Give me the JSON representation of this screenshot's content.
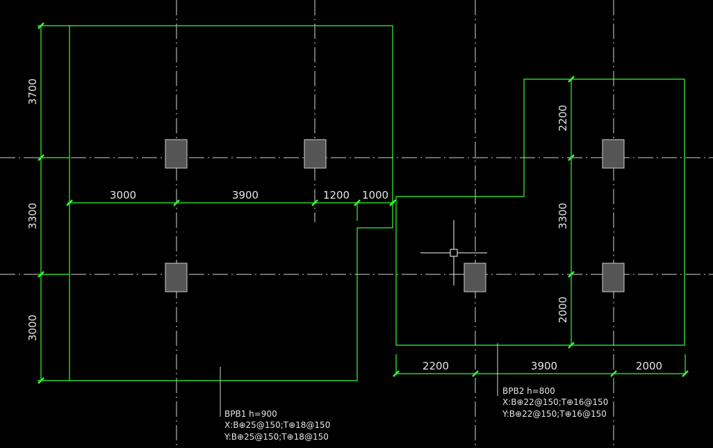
{
  "colors": {
    "background": "#000000",
    "outline": "#33ff33",
    "axis": "#d9d9d9",
    "text": "#e6e6e6",
    "column_fill": "#555555"
  },
  "dimensions": {
    "left_vertical": [
      "3700",
      "3300",
      "3000"
    ],
    "slab1_horizontal": [
      "3000",
      "3900",
      "1200",
      "1000"
    ],
    "right_vertical": [
      "2200",
      "3300",
      "2000"
    ],
    "slab2_horizontal": [
      "2200",
      "3900",
      "2000"
    ]
  },
  "notes": {
    "bpb1": {
      "title": "BPB1 h=900",
      "x": "X:B⊕25@150;T⊕18@150",
      "y": "Y:B⊕25@150;T⊕18@150"
    },
    "bpb2": {
      "title": "BPB2 h=800",
      "x": "X:B⊕22@150;T⊕16@150",
      "y": "Y:B⊕22@150;T⊕16@150"
    }
  },
  "icons": {
    "cursor": "crosshair-cursor-icon"
  }
}
